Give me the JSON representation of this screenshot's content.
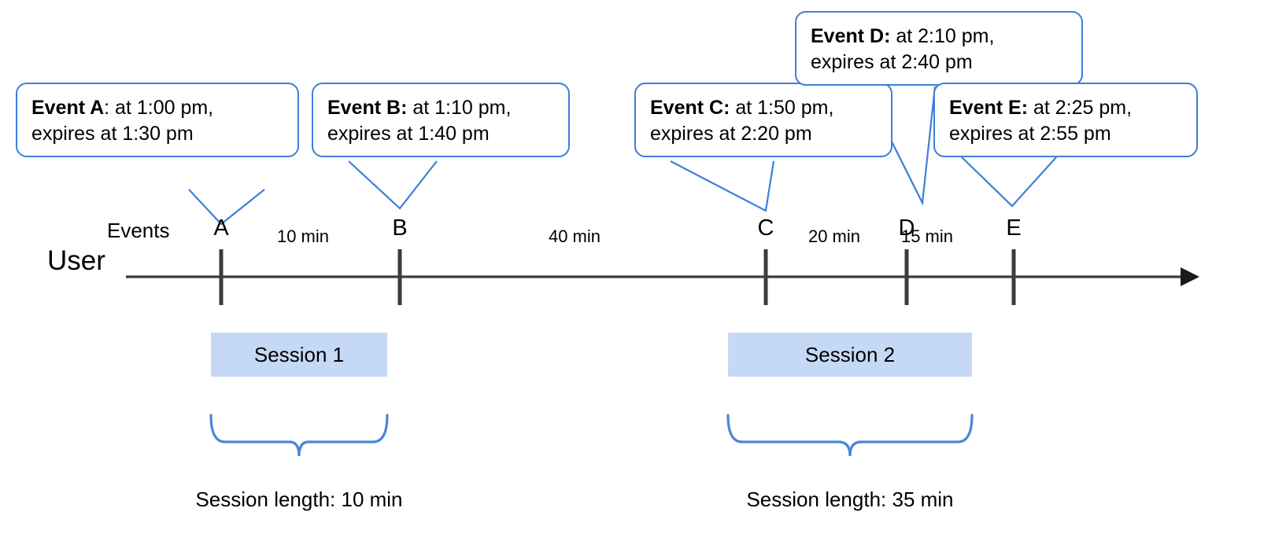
{
  "diagram": {
    "title_axis_label": "User",
    "events_row_label": "Events",
    "accent_color": "#3d7fdb",
    "session_fill_color": "#c5d9f7",
    "axis_color": "#3c3c3c"
  },
  "callouts": [
    {
      "id": "A",
      "name": "Event A",
      "bold_text": "Event A",
      "separator": ":",
      "line1_rest": " at 1:00 pm,",
      "line2": "expires at 1:30 pm",
      "time": "1:00 pm",
      "expires": "1:30 pm"
    },
    {
      "id": "B",
      "name": "Event B",
      "bold_text": "Event B:",
      "separator": "",
      "line1_rest": " at 1:10 pm,",
      "line2": "expires at 1:40 pm",
      "time": "1:10 pm",
      "expires": "1:40 pm"
    },
    {
      "id": "C",
      "name": "Event C",
      "bold_text": "Event C:",
      "separator": "",
      "line1_rest": " at 1:50 pm,",
      "line2": "expires at 2:20 pm",
      "time": "1:50 pm",
      "expires": "2:20 pm"
    },
    {
      "id": "D",
      "name": "Event D",
      "bold_text": "Event D:",
      "separator": "",
      "line1_rest": " at 2:10 pm,",
      "line2": "expires at 2:40 pm",
      "time": "2:10 pm",
      "expires": "2:40 pm"
    },
    {
      "id": "E",
      "name": "Event E",
      "bold_text": "Event E:",
      "separator": "",
      "line1_rest": " at 2:25 pm,",
      "line2": "expires at 2:55 pm",
      "time": "2:25 pm",
      "expires": "2:55 pm"
    }
  ],
  "markers": [
    {
      "label": "A"
    },
    {
      "label": "B"
    },
    {
      "label": "C"
    },
    {
      "label": "D"
    },
    {
      "label": "E"
    }
  ],
  "intervals": [
    {
      "label": "10 min",
      "from": "A",
      "to": "B"
    },
    {
      "label": "40 min",
      "from": "B",
      "to": "C"
    },
    {
      "label": "20 min",
      "from": "C",
      "to": "D"
    },
    {
      "label": "15 min",
      "from": "D",
      "to": "E"
    }
  ],
  "sessions": [
    {
      "label": "Session 1",
      "caption": "Session length: 10 min"
    },
    {
      "label": "Session 2",
      "caption": "Session length: 35 min"
    }
  ]
}
